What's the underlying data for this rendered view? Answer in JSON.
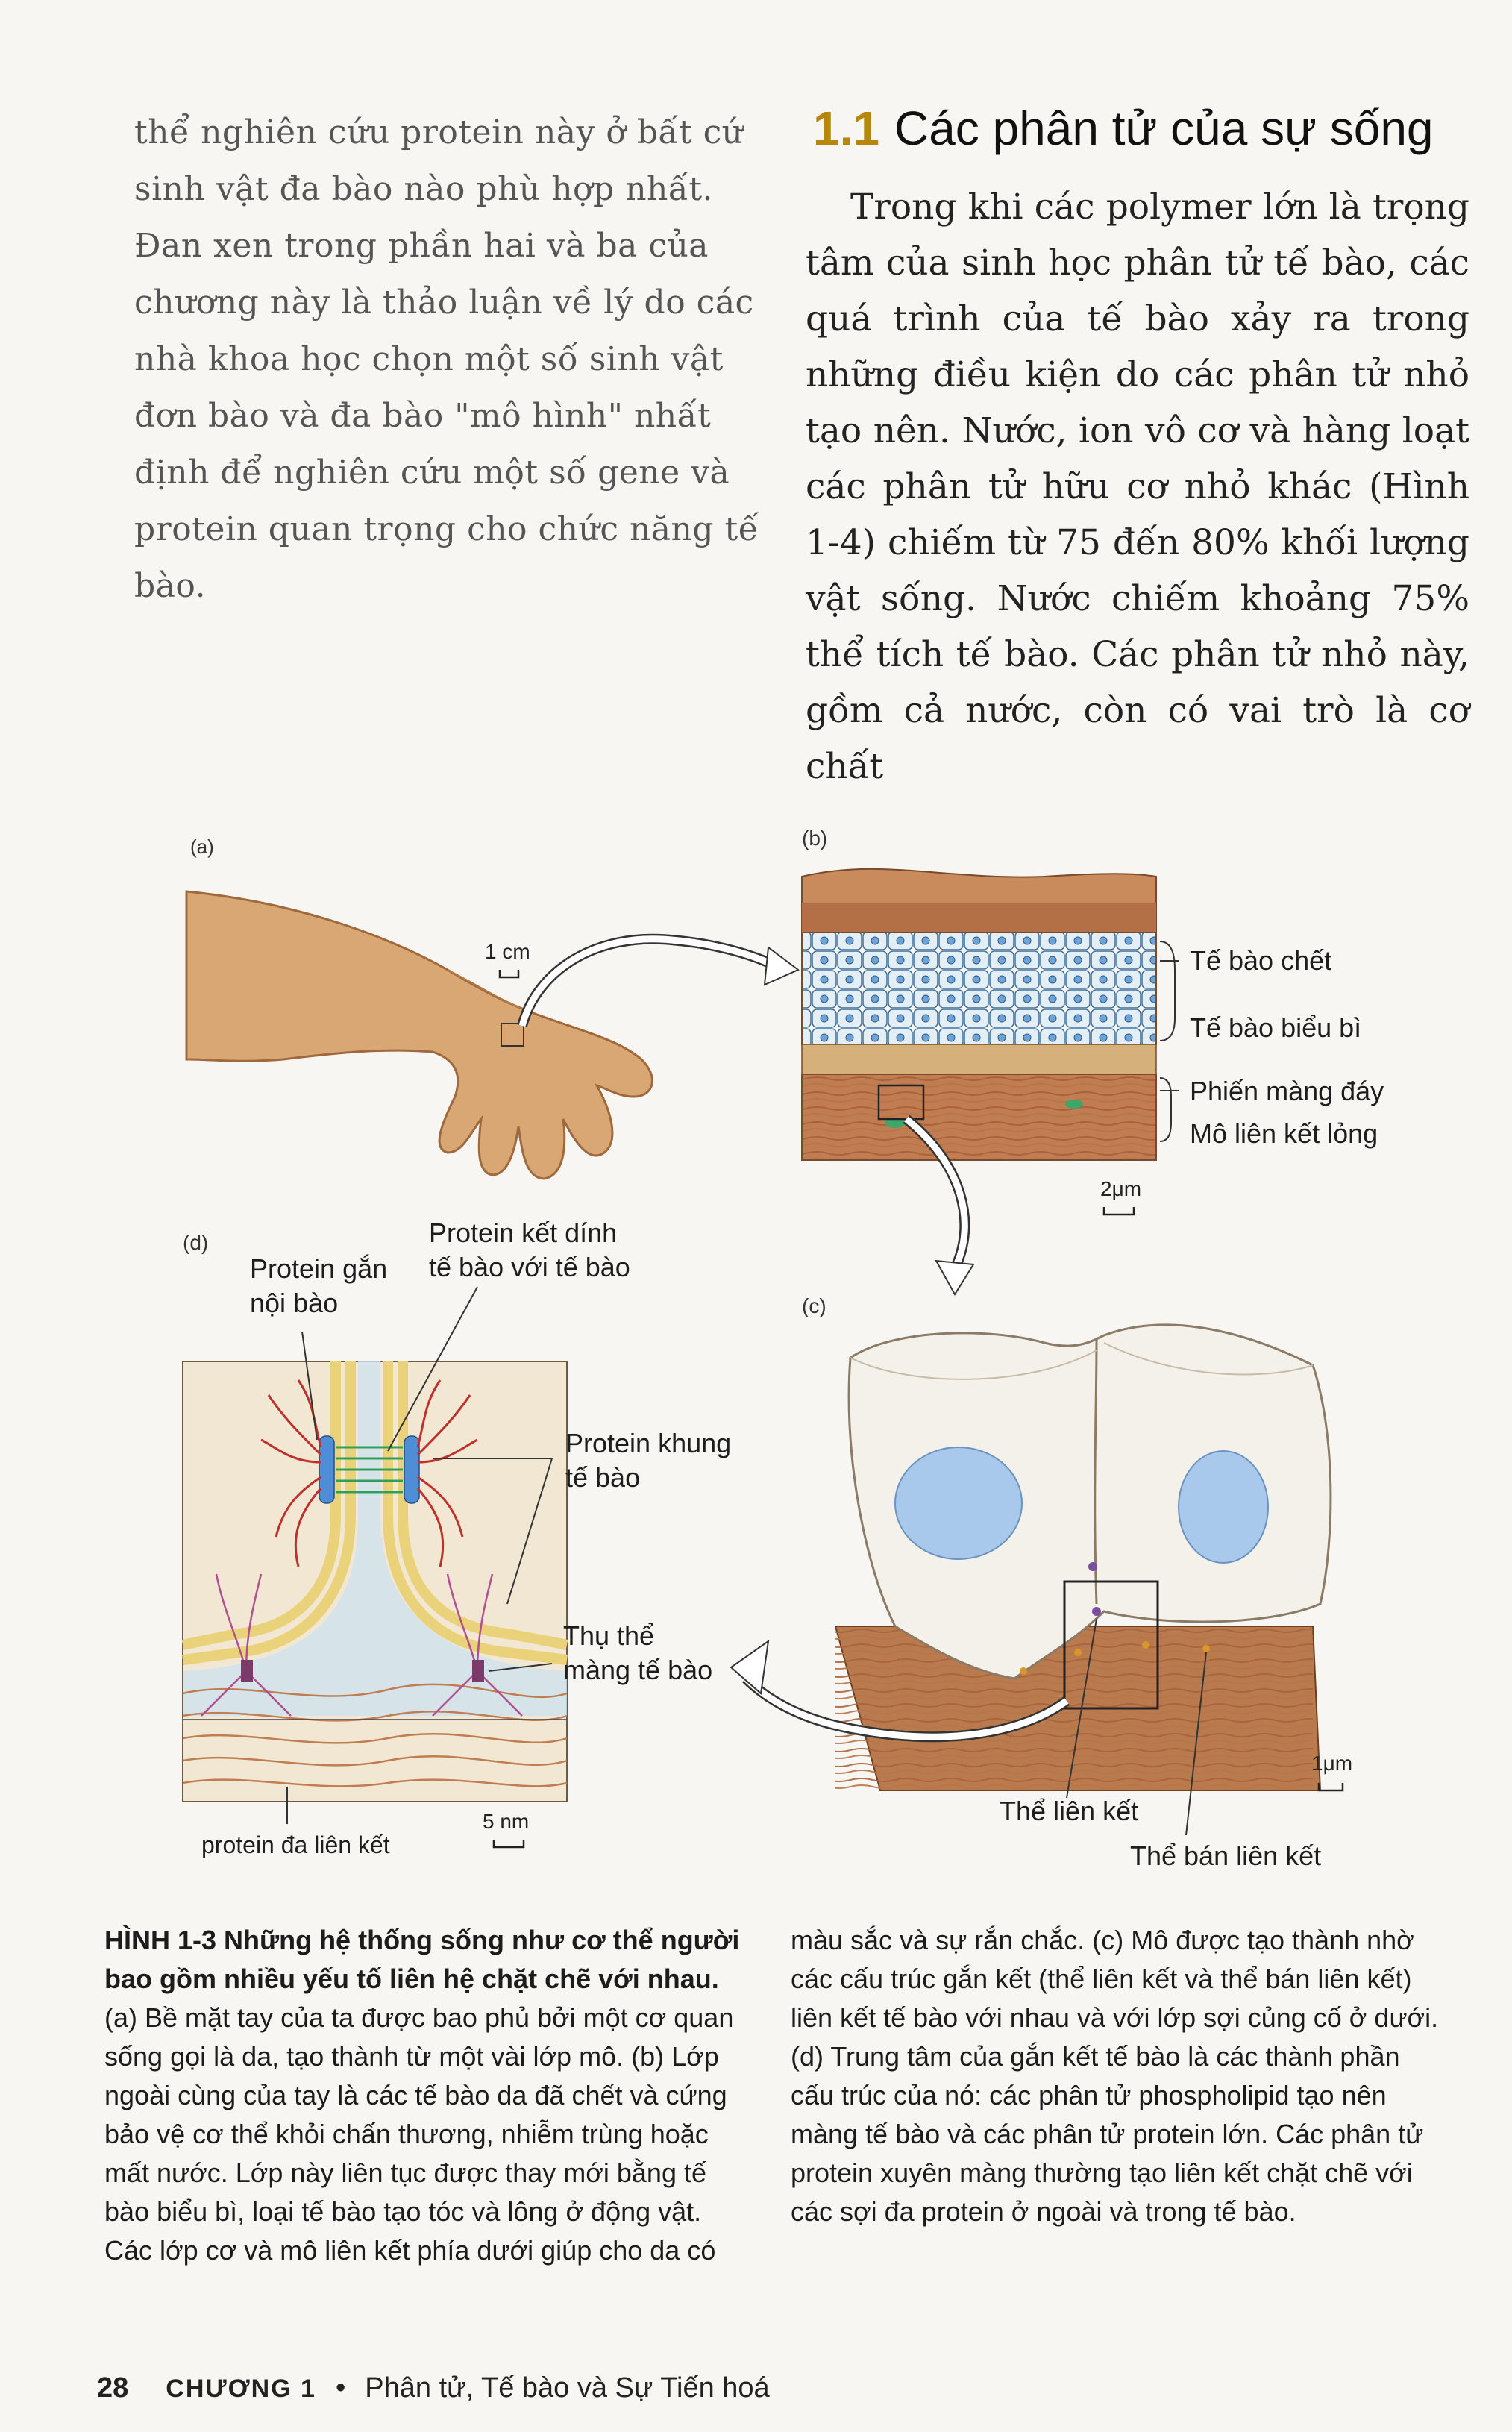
{
  "left_column": {
    "lines": [
      "thể nghiên cứu protein này ở bất cứ",
      "sinh vật đa bào nào phù hợp nhất.",
      "Đan xen trong phần hai và ba của",
      "chương này là thảo luận về lý do các",
      "nhà khoa học chọn một số sinh vật",
      "đơn bào và đa bào \"mô hình\" nhất",
      "định để nghiên cứu một số gene và",
      "protein quan trọng cho chức năng tế",
      "bào."
    ]
  },
  "section": {
    "number": "1.1",
    "title": "Các phân tử của sự sống",
    "paragraph": "Trong khi các polymer lớn là trọng tâm của sinh học phân tử tế bào, các quá trình của tế bào xảy ra trong những điều kiện do các phân tử nhỏ tạo nên. Nước, ion vô cơ và hàng loạt các phân tử hữu cơ nhỏ khác (Hình 1-4) chiếm từ 75 đến 80% khối lượng vật sống. Nước chiếm khoảng 75% thể tích tế bào. Các phân tử nhỏ này, gồm cả nước, còn có vai trò là cơ chất"
  },
  "figure": {
    "panel_a": "(a)",
    "panel_b": "(b)",
    "panel_c": "(c)",
    "panel_d": "(d)",
    "scale_a": "1 cm",
    "scale_b": "2μm",
    "scale_c": "1μm",
    "scale_d": "5 nm",
    "labels_b": {
      "dead_cells": "Tế bào chết",
      "epidermal_cells": "Tế bào biểu bì",
      "basal_lamina": "Phiến màng đáy",
      "loose_connective": "Mô liên kết lỏng"
    },
    "labels_c": {
      "junction": "Thể liên kết",
      "hemidesmosome": "Thể bán liên kết"
    },
    "labels_d": {
      "intracellular_attachment_1": "Protein gắn",
      "intracellular_attachment_2": "nội bào",
      "adhesion_1": "Protein kết dính",
      "adhesion_2": "tế bào với tế bào",
      "cytoskeleton_1": "Protein khung",
      "cytoskeleton_2": "tế bào",
      "receptor_1": "Thụ thể",
      "receptor_2": "màng tế bào",
      "multi_adhesive": "protein đa liên kết"
    }
  },
  "caption": {
    "title_line1": "HÌNH 1-3 Những hệ thống sống như cơ thể người",
    "title_line2": "bao gồm nhiều yếu tố liên hệ chặt chẽ với nhau.",
    "left_lines": [
      "(a) Bề mặt tay của ta được bao phủ bởi một cơ quan",
      "sống gọi là da, tạo thành từ một vài lớp mô. (b) Lớp",
      "ngoài cùng của tay là các tế bào da đã chết và cứng",
      "bảo vệ cơ thể khỏi chấn thương, nhiễm trùng hoặc",
      "mất nước. Lớp này liên tục được thay mới bằng tế",
      "bào biểu bì, loại tế bào tạo tóc và lông ở động vật.",
      "Các lớp cơ và mô liên kết phía dưới giúp cho da có"
    ],
    "right_lines": [
      "màu sắc và sự rắn chắc. (c) Mô được tạo thành nhờ",
      "các cấu trúc gắn kết (thể liên kết và thể bán liên kết)",
      "liên kết tế bào với nhau và với lớp sợi củng cố ở dưới.",
      "(d) Trung tâm của gắn kết tế bào là các thành phần",
      "cấu trúc của nó: các phân tử phospholipid tạo nên",
      "màng tế bào và các phân tử protein lớn. Các phân tử",
      "protein xuyên màng thường tạo liên kết chặt chẽ với",
      "các sợi đa protein ở ngoài và trong tế bào."
    ]
  },
  "footer": {
    "page": "28",
    "chapter": "CHƯƠNG 1",
    "separator": "•",
    "title": "Phân tử, Tế bào và Sự Tiến hoá"
  },
  "colors": {
    "heading_number": "#b8860b",
    "skin": "#d9a774",
    "tissue": "#c98a5c",
    "cell_fill": "#dde9f1",
    "nucleus": "#a8c8ec",
    "membrane": "#f2e08a",
    "cytoskeleton": "#c0302b",
    "adhesion": "#2ea05a"
  }
}
